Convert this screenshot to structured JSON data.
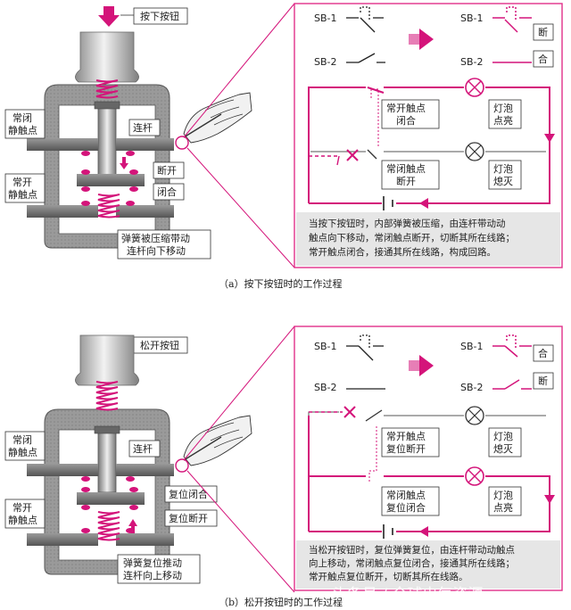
{
  "panel_a": {
    "top_label": "按下按钮",
    "rod_label": "连杆",
    "nc_label_1": "常闭",
    "nc_label_2": "静触点",
    "no_label_1": "常开",
    "no_label_2": "静触点",
    "break_label": "断开",
    "close_label": "闭合",
    "spring_label_1": "弹簧被压缩带动",
    "spring_label_2": "连杆向下移动",
    "sb1": "SB-1",
    "sb2": "SB-2",
    "state_top": "断",
    "state_bottom": "合",
    "contact_top_1": "常开触点",
    "contact_top_2": "闭合",
    "contact_bottom_1": "常闭触点",
    "contact_bottom_2": "断开",
    "lamp_top_1": "灯泡",
    "lamp_top_2": "点亮",
    "lamp_bottom_1": "灯泡",
    "lamp_bottom_2": "熄灭",
    "note_1": "当按下按钮时，内部弹簧被压缩，由连杆带动动",
    "note_2": "触点向下移动，常闭触点断开，切断其所在线路；",
    "note_3": "常开触点闭合，接通其所在线路，构成回路。",
    "caption": "（a）按下按钮时的工作过程"
  },
  "panel_b": {
    "top_label": "松开按钮",
    "rod_label": "连杆",
    "nc_label_1": "常闭",
    "nc_label_2": "静触点",
    "no_label_1": "常开",
    "no_label_2": "静触点",
    "reset_close_label": "复位闭合",
    "reset_break_label": "复位断开",
    "spring_label_1": "弹簧复位推动",
    "spring_label_2": "连杆向上移动",
    "sb1": "SB-1",
    "sb2": "SB-2",
    "state_top": "合",
    "state_bottom": "断",
    "contact_top_1": "常开触点",
    "contact_top_2": "复位断开",
    "contact_bottom_1": "常闭触点",
    "contact_bottom_2": "复位闭合",
    "lamp_top_1": "灯泡",
    "lamp_top_2": "熄灭",
    "lamp_bottom_1": "灯泡",
    "lamp_bottom_2": "点亮",
    "note_1": "当松开按钮时，复位弹簧复位，由连杆带动动触点",
    "note_2": "向上移动，常闭触点复位闭合，接通其所在线路；",
    "note_3": "常开触点复位断开，切断其所在线路。",
    "caption": "（b）松开按钮时的工作过程"
  },
  "watermark": "头条号 / 全球电气资源",
  "colors": {
    "accent": "#d4147a",
    "frame": "#e0308a",
    "note_bg": "#e6e6e6"
  }
}
